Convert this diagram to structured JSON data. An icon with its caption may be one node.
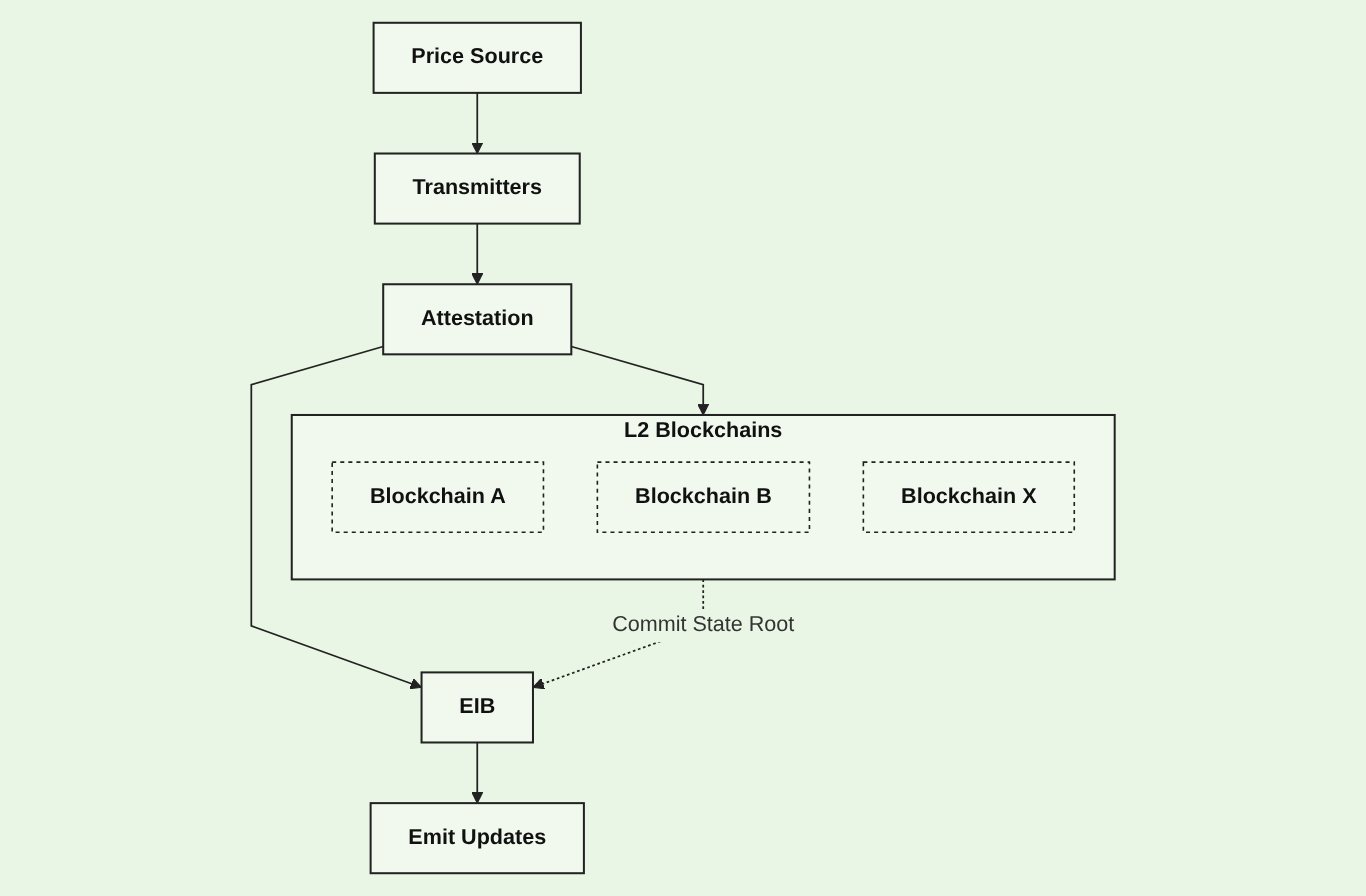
{
  "diagram": {
    "nodes": [
      {
        "text": [
          "Price Source"
        ]
      },
      {
        "text": [
          "L2 Blockchains"
        ]
      },
      {
        "text": [
          "Blockchain A"
        ],
        "in": 1
      },
      {
        "text": [
          "Blockchain B"
        ],
        "in": 1
      },
      {
        "text": [
          "Blockchain X"
        ],
        "in": 1
      },
      {
        "text": [
          "Transmitters"
        ]
      },
      {
        "text": [
          "Attestation"
        ]
      },
      {
        "text": [
          "EIB"
        ]
      },
      {
        "text": [
          "Emit Updates"
        ]
      }
    ],
    "edges": [
      {
        "from": 0,
        "to": 5,
        "arrow": "to"
      },
      {
        "from": 5,
        "to": 6,
        "arrow": "to"
      },
      {
        "from": 6,
        "to": 7,
        "arrow": "to"
      },
      {
        "from": 6,
        "to": 1,
        "arrow": "to"
      },
      {
        "from": 1,
        "to": 7,
        "arrow": "to",
        "label": "Commit State Root",
        "style": "dashed"
      },
      {
        "from": 7,
        "to": 8,
        "arrow": "to"
      }
    ]
  }
}
